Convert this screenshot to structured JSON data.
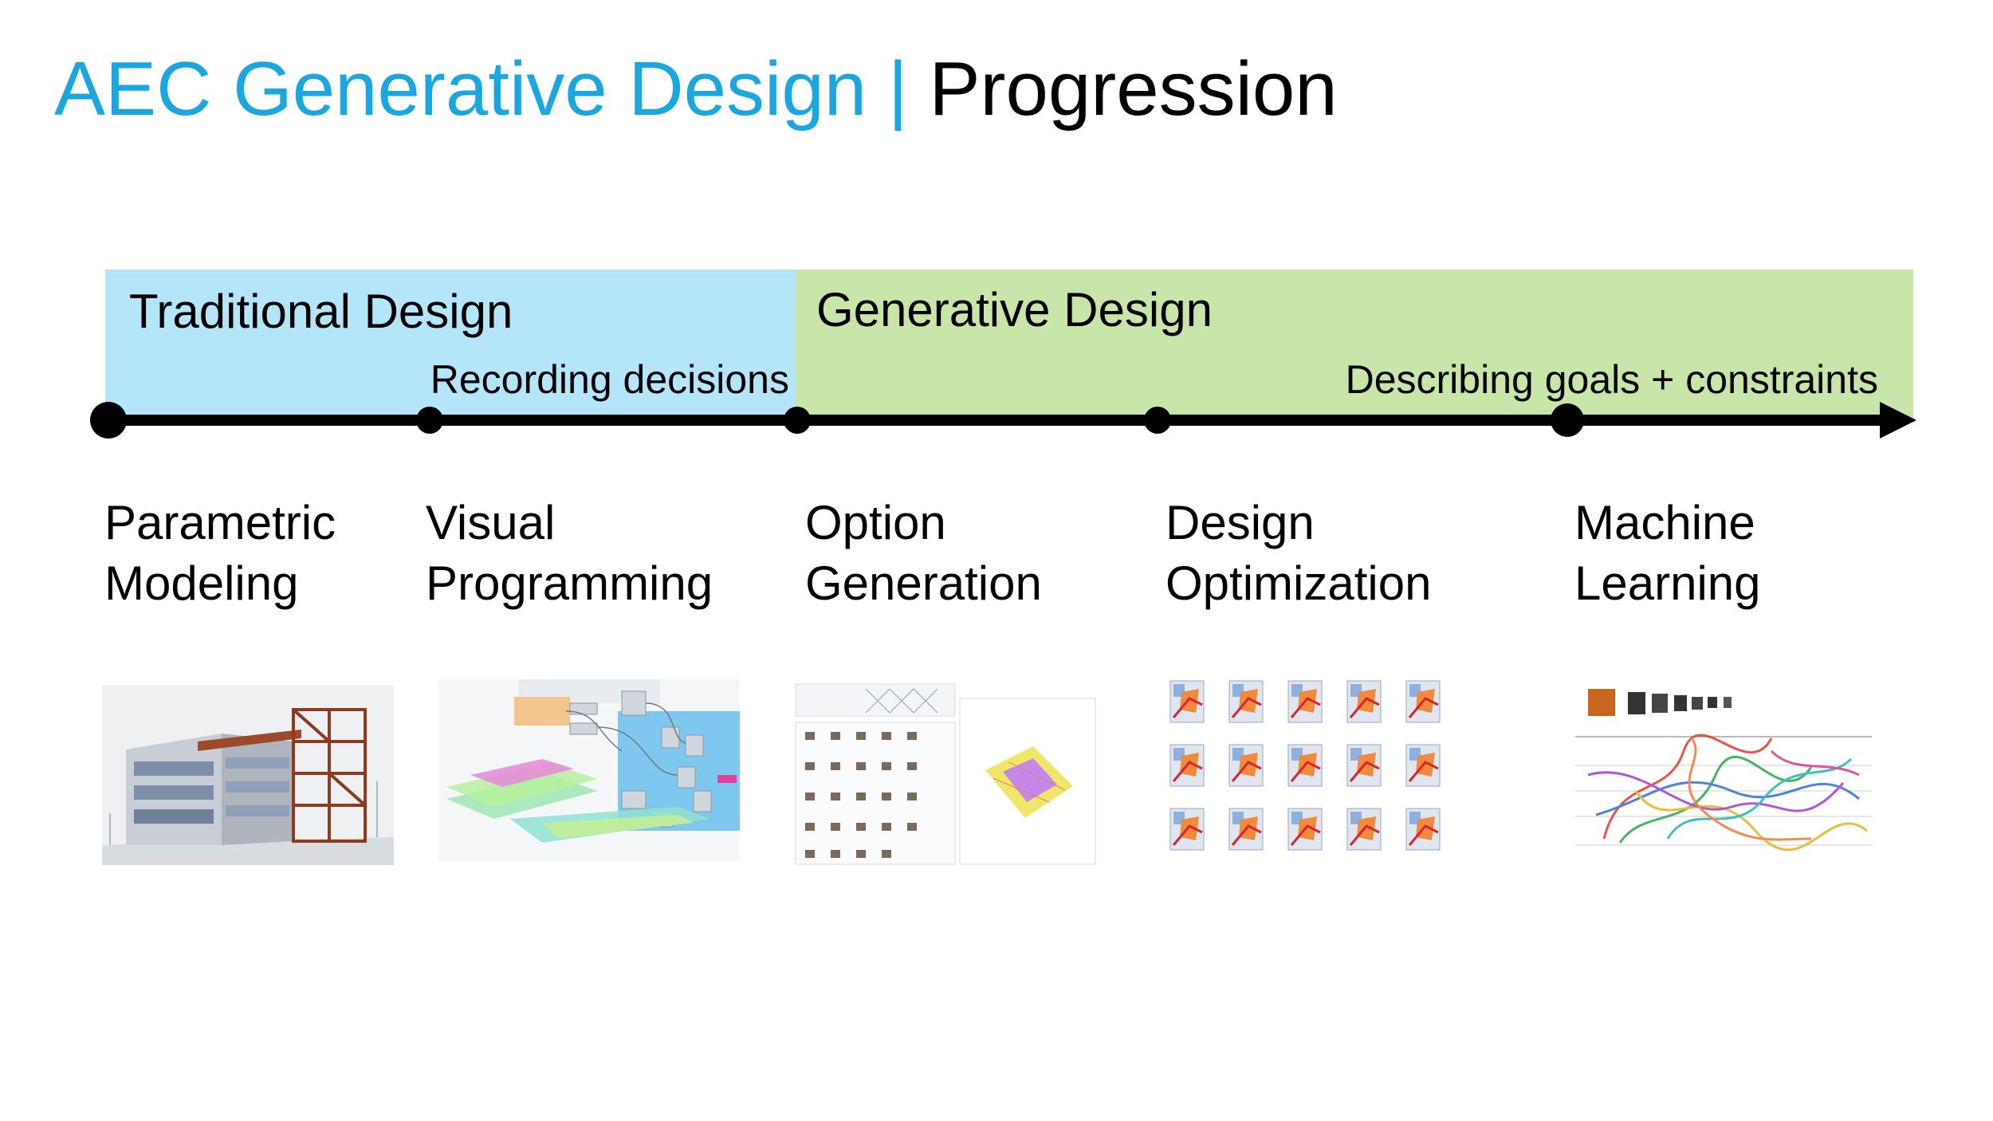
{
  "title": {
    "accent": "AEC Generative Design",
    "separator": "|",
    "rest": "Progression"
  },
  "bands": {
    "traditional": {
      "title": "Traditional Design",
      "subtitle": "Recording decisions"
    },
    "generative": {
      "title": "Generative Design",
      "subtitle": "Describing goals + constraints"
    }
  },
  "stages": [
    {
      "line1": "Parametric",
      "line2": "Modeling"
    },
    {
      "line1": "Visual",
      "line2": "Programming"
    },
    {
      "line1": "Option",
      "line2": "Generation"
    },
    {
      "line1": "Design",
      "line2": "Optimization"
    },
    {
      "line1": "Machine",
      "line2": "Learning"
    }
  ],
  "colors": {
    "accent": "#1aa7df",
    "traditional_band": "#b5e5f8",
    "generative_band": "#c8e6a9",
    "timeline": "#000000"
  }
}
